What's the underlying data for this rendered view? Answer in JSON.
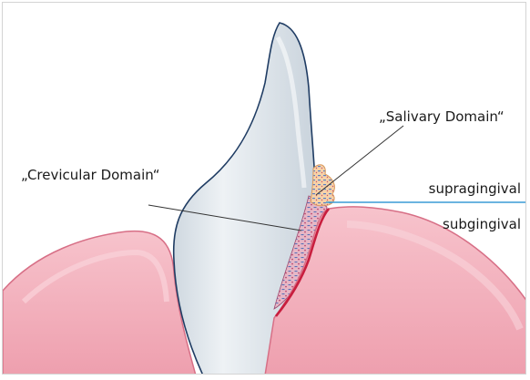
{
  "labels": {
    "salivary_domain": "„Salivary Domain“",
    "crevicular_domain": "„Crevicular Domain“",
    "supragingival": "supragingival",
    "subgingival": "subgingival"
  },
  "colors": {
    "tooth_fill": "#dfe6ec",
    "tooth_outline": "#1f3c63",
    "gingiva_fill": "#f3b3bf",
    "gingiva_outline": "#d76f86",
    "gingiva_margin": "#c81e3e",
    "plaque_orange": "#f2c08d",
    "plaque_blue": "#5d7fc4",
    "reference_line": "#3a9bd6"
  }
}
